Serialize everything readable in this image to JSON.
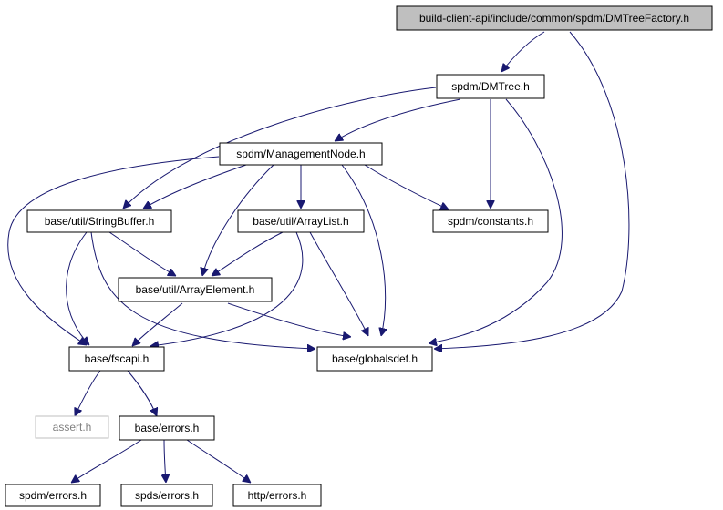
{
  "diagram": {
    "colors": {
      "edge": "#191970",
      "root_fill": "#bfbfbf",
      "missing_border": "#bfbfbf",
      "missing_text": "#808080"
    },
    "nodes": {
      "root": "build-client-api/include/common/spdm/DMTreeFactory.h",
      "dmtree": "spdm/DMTree.h",
      "mgmt": "spdm/ManagementNode.h",
      "stringbuffer": "base/util/StringBuffer.h",
      "arraylist": "base/util/ArrayList.h",
      "constants": "spdm/constants.h",
      "arrayelement": "base/util/ArrayElement.h",
      "fscapi": "base/fscapi.h",
      "globalsdef": "base/globalsdef.h",
      "assert": "assert.h",
      "errors": "base/errors.h",
      "spdm_errors": "spdm/errors.h",
      "spds_errors": "spds/errors.h",
      "http_errors": "http/errors.h"
    }
  }
}
